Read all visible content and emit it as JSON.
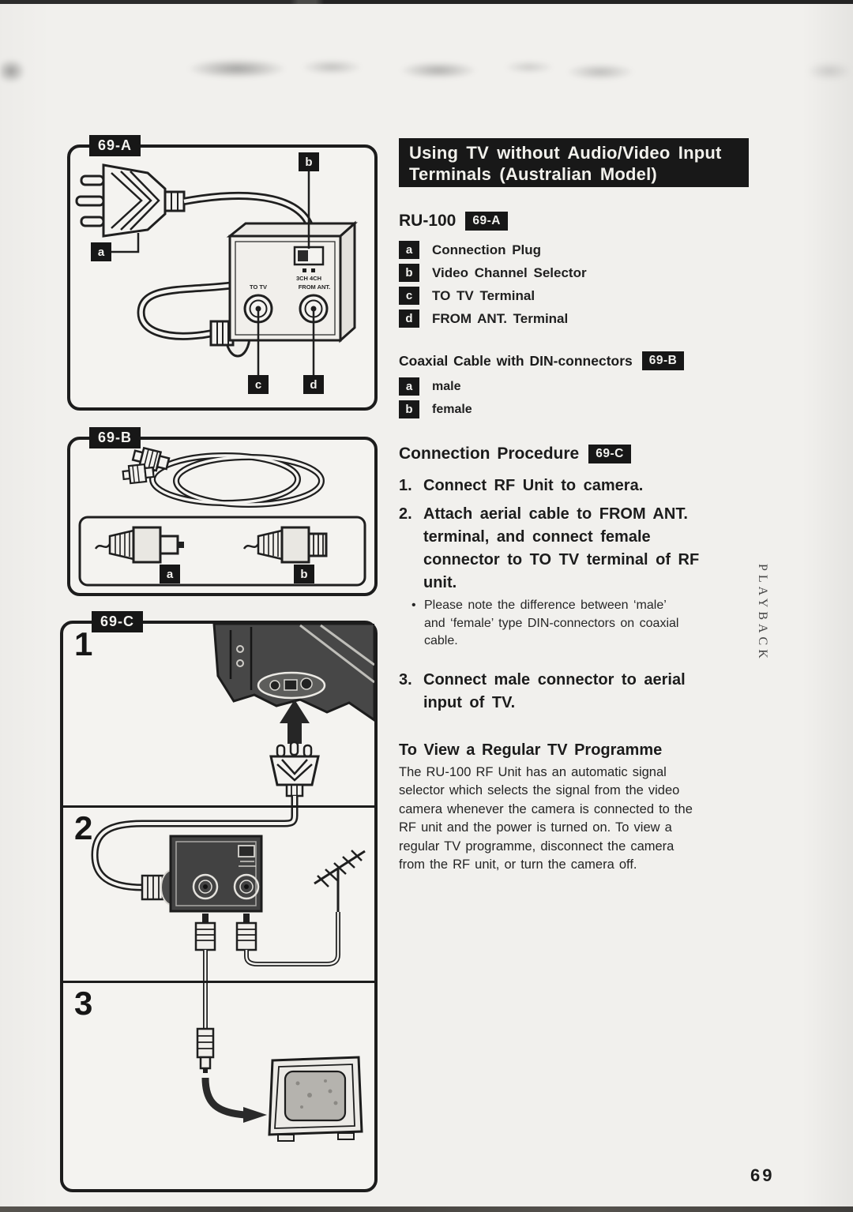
{
  "page": {
    "number": "69",
    "side_label": "PLAYBACK"
  },
  "header": {
    "title_line1": "Using TV without Audio/Video Input",
    "title_line2": "Terminals (Australian Model)"
  },
  "sections": {
    "ru100": {
      "title": "RU-100",
      "items": [
        {
          "key": "a",
          "label": "Connection Plug"
        },
        {
          "key": "b",
          "label": "Video Channel Selector"
        },
        {
          "key": "c",
          "label": "TO TV Terminal"
        },
        {
          "key": "d",
          "label": "FROM ANT. Terminal"
        }
      ]
    },
    "coaxial": {
      "title": "Coaxial Cable with DIN-connectors",
      "items": [
        {
          "key": "a",
          "label": "male"
        },
        {
          "key": "b",
          "label": "female"
        }
      ]
    },
    "procedure": {
      "title": "Connection Procedure",
      "steps": [
        {
          "num": "1.",
          "lines": [
            "Connect RF Unit to camera."
          ]
        },
        {
          "num": "2.",
          "lines": [
            "Attach aerial cable to FROM ANT.",
            "terminal, and connect female",
            "connector to TO TV terminal of RF",
            "unit."
          ]
        },
        {
          "num": "3.",
          "lines": [
            "Connect male connector to aerial",
            "input of TV."
          ]
        }
      ],
      "note_bullet": "•",
      "note_lines": [
        "Please note the difference between ‘male’",
        "and ‘female’ type DIN-connectors on coaxial",
        "cable."
      ]
    },
    "regular_tv": {
      "title": "To View a Regular TV Programme",
      "lines": [
        "The RU-100 RF Unit has an automatic signal",
        "selector which selects the signal from the video",
        "camera whenever the camera is connected to the",
        "RF unit and the power is turned on. To view a",
        "regular TV programme, disconnect the camera",
        "from the RF unit, or turn the camera off."
      ]
    }
  },
  "figures": {
    "fig_a": {
      "tag": "69-A",
      "unit_labels": {
        "channels": "3CH 4CH",
        "to_tv": "TO TV",
        "from_ant": "FROM ANT."
      }
    },
    "fig_b": {
      "tag": "69-B"
    },
    "fig_c": {
      "tag": "69-C",
      "panels": [
        "1",
        "2",
        "3"
      ]
    }
  },
  "colors": {
    "paper": "#f1f0ed",
    "ink": "#1c1c1c",
    "bar": "#181818"
  }
}
